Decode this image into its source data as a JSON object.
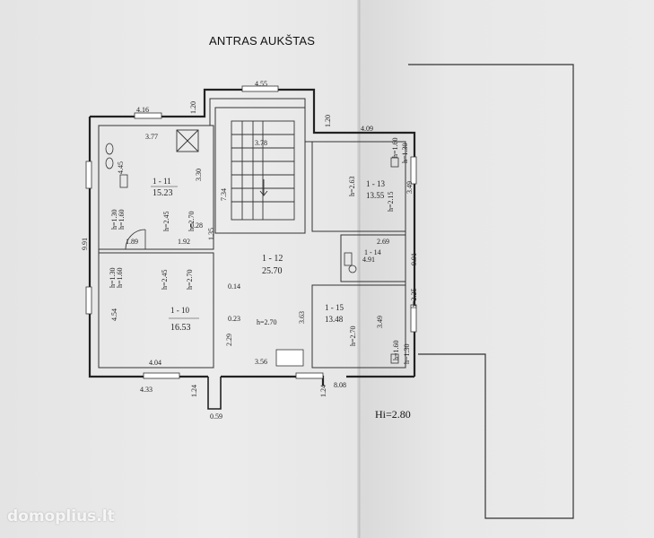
{
  "title": "ANTRAS AUKŠTAS",
  "height_note": "Hi=2.80",
  "watermark": "domoplius.lt",
  "rooms": [
    {
      "id": "1 - 11",
      "area": "15.23"
    },
    {
      "id": "1 - 10",
      "area": "16.53"
    },
    {
      "id": "1 - 12",
      "area": "25.70"
    },
    {
      "id": "1 - 13",
      "area": "13.55"
    },
    {
      "id": "1 - 14",
      "area": "4.91"
    },
    {
      "id": "1 - 15",
      "area": "13.48"
    }
  ],
  "dimensions": {
    "d416": "4.16",
    "d120a": "1.20",
    "d455": "4.55",
    "d120b": "1.20",
    "d409": "4.09",
    "d377": "3.77",
    "d445": "4.45",
    "d330": "3.30",
    "d378": "3.78",
    "d734": "7.34",
    "d263": "h=2.63",
    "d160a": "h=1.60",
    "d130a": "h=1.30",
    "d349a": "3.49",
    "d215": "h=2.15",
    "d991l": "9.91",
    "d991r": "9.91",
    "d130b": "h=1.30",
    "d160b": "h=1.60",
    "d245a": "h=2.45",
    "d270a": "h=2.70",
    "d028": "0.28",
    "d135": "1.35",
    "d189": "1.89",
    "d192": "1.92",
    "d269": "2.69",
    "d130c": "h=1.30",
    "d160c": "h=1.60",
    "d245b": "h=2.45",
    "d270b": "h=2.70",
    "d014": "0.14",
    "d454": "4.54",
    "d023": "0.23",
    "d270c": "h=2.70",
    "d363": "3.63",
    "d229": "2.29",
    "d349b": "3.49",
    "d225": "h=2.25",
    "d270d": "h=2.70",
    "d160d": "h=1.60",
    "d130d": "h=1.30",
    "d404": "4.04",
    "d356": "3.56",
    "d433": "4.33",
    "d124a": "1.24",
    "d124b": "1.24",
    "d808": "8.08",
    "d059": "0.59"
  }
}
